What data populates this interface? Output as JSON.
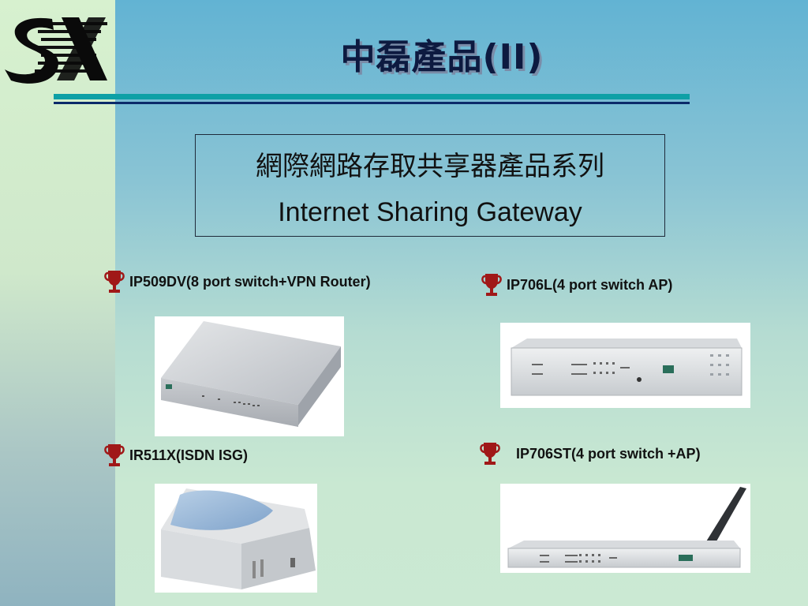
{
  "slide": {
    "title": "中磊產品(II)",
    "heading_zh": "網際網路存取共享器產品系列",
    "heading_en": "Internet Sharing Gateway"
  },
  "products": [
    {
      "label": "IP509DV(8 port switch+VPN Router)",
      "icon": "trophy-icon"
    },
    {
      "label": "IP706L(4 port switch AP)",
      "icon": "trophy-icon"
    },
    {
      "label": "IR511X(ISDN ISG)",
      "icon": "trophy-icon"
    },
    {
      "label": "IP706ST(4 port switch +AP)",
      "icon": "trophy-icon"
    }
  ],
  "colors": {
    "accent_teal": "#0ea0a6",
    "accent_navy": "#0b2a6a",
    "trophy_red": "#a01818",
    "title_text": "#0d1a40"
  },
  "icons": {
    "logo": "sc-logo"
  }
}
